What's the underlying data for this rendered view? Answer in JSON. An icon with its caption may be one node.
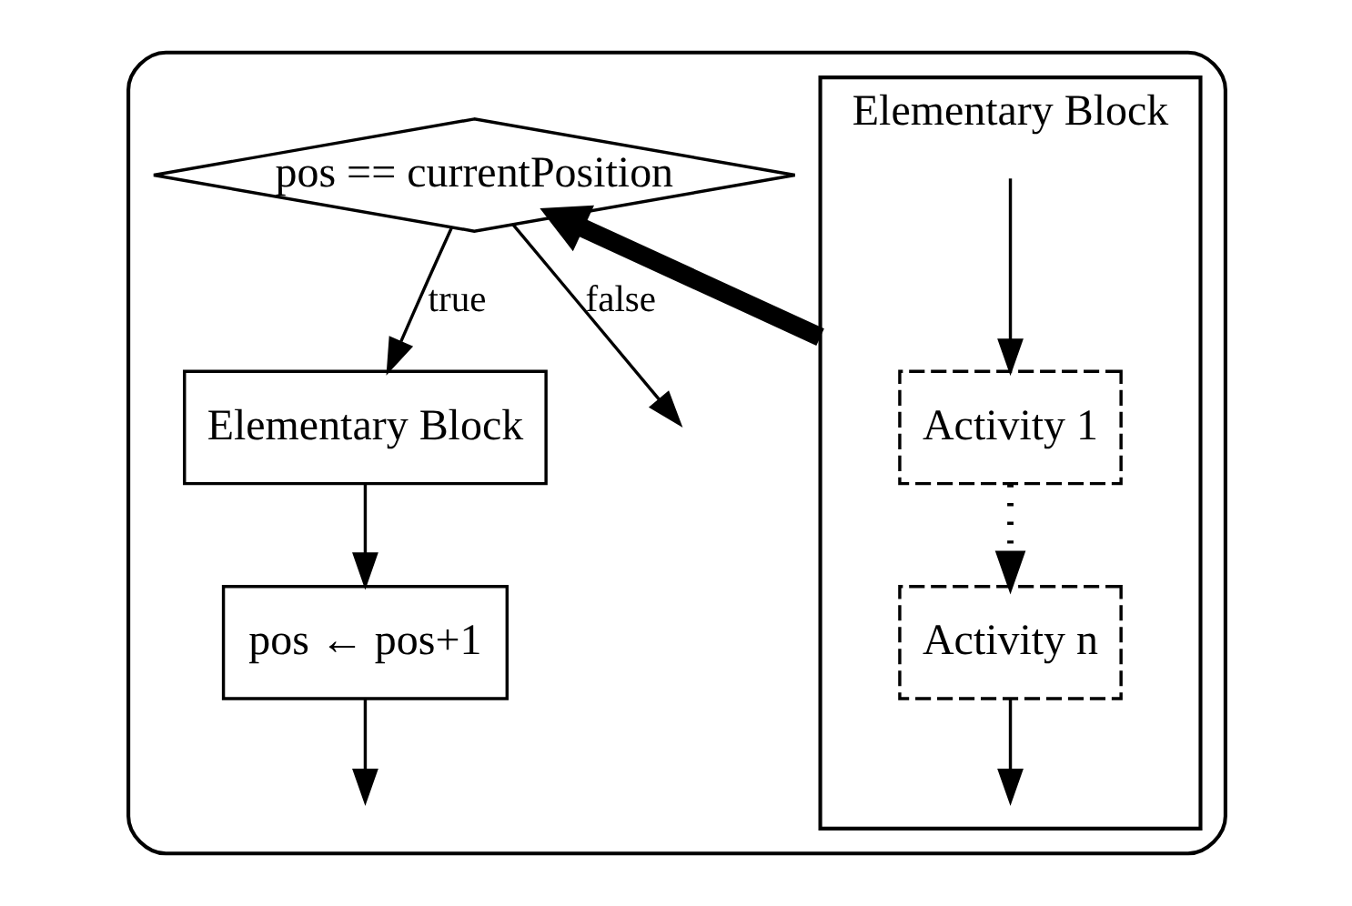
{
  "diagram": {
    "nodes": [
      {
        "text": [],
        "shape": "box"
      },
      {
        "text": [
          "Elementary Block"
        ],
        "in": 0
      },
      {
        "text": [
          "Activity 1"
        ],
        "in": 1
      },
      {
        "text": [
          "Activity n"
        ],
        "in": 1
      },
      {
        "text": [
          "pos == currentPosition"
        ],
        "in": 0
      },
      {
        "text": [
          "Elementary Block"
        ],
        "in": 0
      },
      {
        "text": [
          "pos ← pos+1"
        ],
        "in": 0
      }
    ],
    "edges": [
      {
        "from": null,
        "to": 2,
        "arrow": "to"
      },
      {
        "from": 2,
        "to": 3,
        "arrow": "to",
        "style": "dashed"
      },
      {
        "from": 3,
        "to": null,
        "arrow": "to"
      },
      {
        "from": 1,
        "to": 4,
        "arrow": "to",
        "style": "thick"
      },
      {
        "from": 4,
        "to": 5,
        "arrow": "to",
        "label": "true"
      },
      {
        "from": 5,
        "to": 6,
        "arrow": "to"
      },
      {
        "from": 4,
        "to": null,
        "arrow": "to",
        "label": "false"
      },
      {
        "from": 6,
        "to": null,
        "arrow": "to"
      }
    ]
  }
}
